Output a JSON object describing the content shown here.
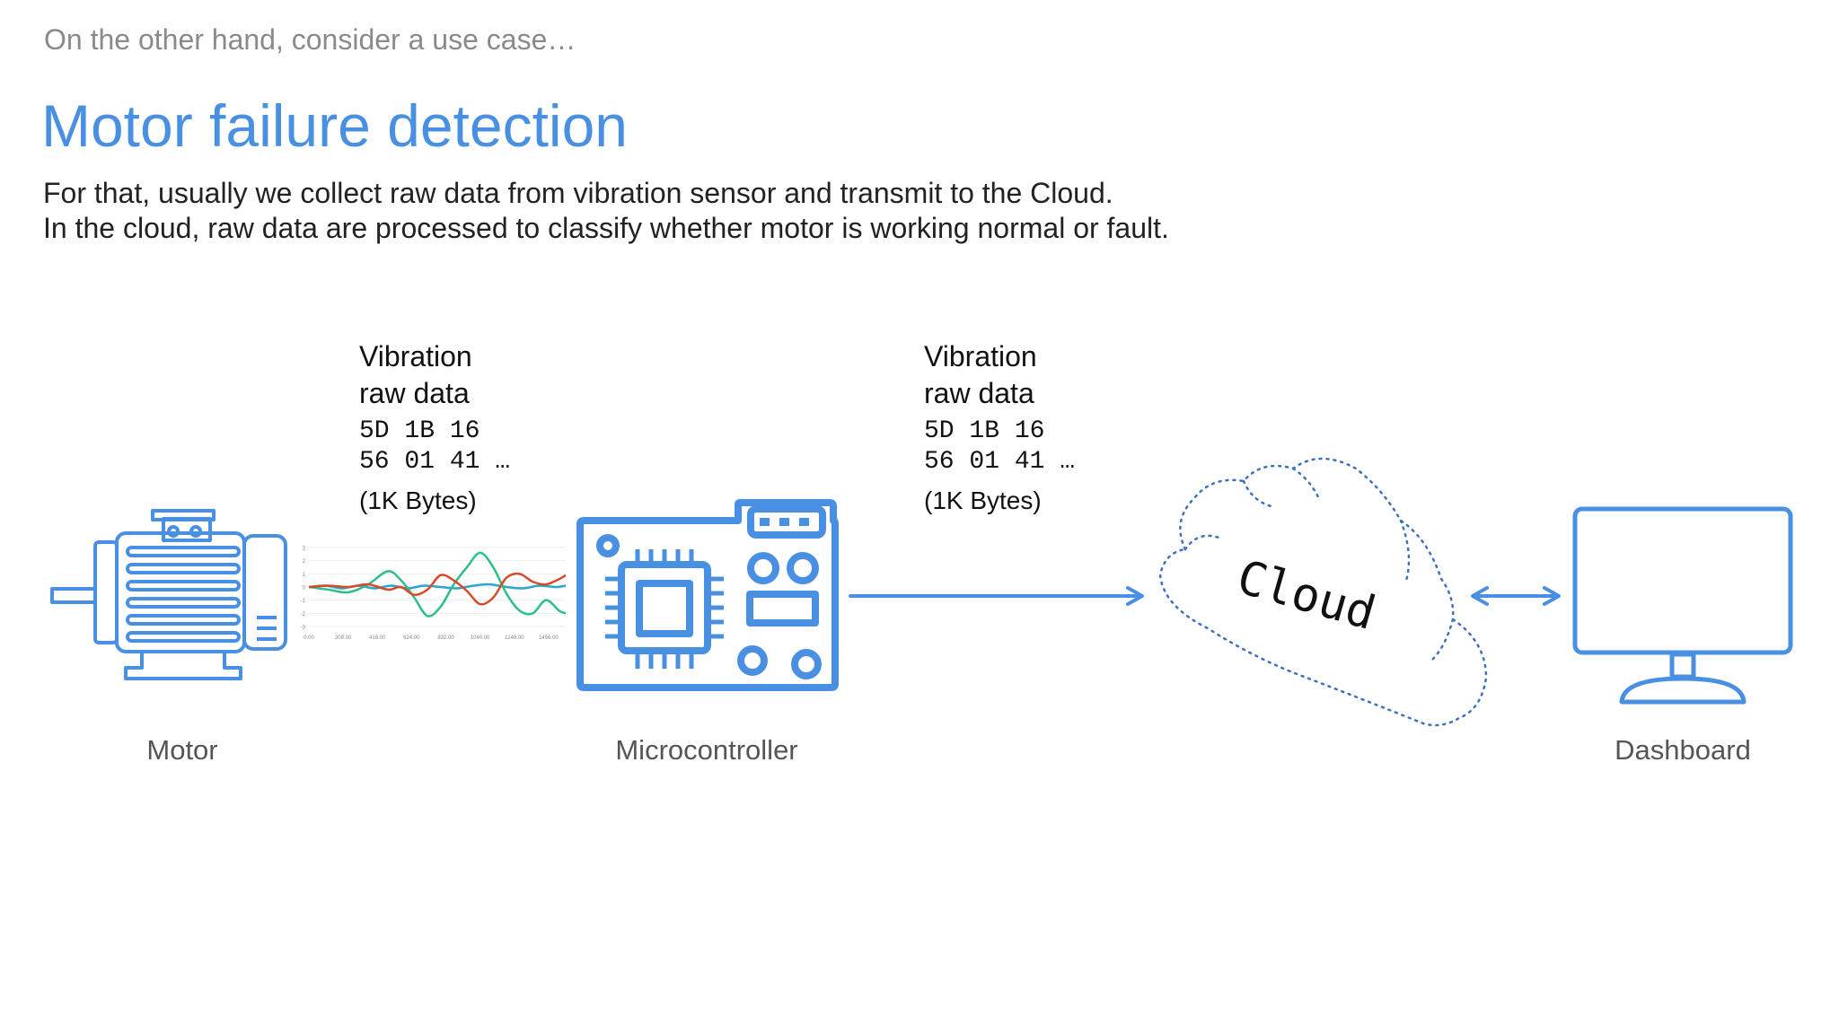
{
  "slide": {
    "kicker": "On the other hand, consider a use case…",
    "title": "Motor failure detection",
    "description": [
      "For that, usually we collect raw data from vibration sensor and transmit to the Cloud.",
      "In the cloud, raw data are processed to classify whether motor is working normal or fault."
    ]
  },
  "flow": {
    "packets": [
      {
        "title_line1": "Vibration",
        "title_line2": "raw data",
        "hex_line1": "5D 1B 16",
        "hex_line2": "56 01 41 …",
        "size": "(1K Bytes)"
      },
      {
        "title_line1": "Vibration",
        "title_line2": "raw data",
        "hex_line1": "5D 1B 16",
        "hex_line2": "56 01 41 …",
        "size": "(1K Bytes)"
      }
    ],
    "nodes": [
      {
        "label": "Motor",
        "icon": "motor-icon"
      },
      {
        "label": "Microcontroller",
        "icon": "microcontroller-icon"
      },
      {
        "label": "Cloud",
        "icon": "cloud-icon"
      },
      {
        "label": "Dashboard",
        "icon": "monitor-icon"
      }
    ],
    "accent_color": "#4a90e2"
  },
  "chart_data": {
    "type": "line",
    "y_ticks": [
      "3",
      "2",
      "1",
      "0",
      "-1",
      "-2",
      "-3"
    ],
    "x_ticks": [
      "0.00",
      "208.00",
      "416.00",
      "624.00",
      "832.00",
      "1040.00",
      "1248.00",
      "1456.00"
    ],
    "ylim": [
      -3,
      3
    ],
    "xlim": [
      0,
      1560
    ],
    "series": [
      {
        "color": "#2aa6c9",
        "x": [
          0,
          100,
          200,
          300,
          400,
          500,
          600,
          700,
          800,
          900,
          1000,
          1100,
          1200,
          1300,
          1400,
          1500,
          1560
        ],
        "y": [
          0,
          0.1,
          -0.1,
          0.1,
          -0.1,
          0.1,
          -0.1,
          0.1,
          0.0,
          -0.1,
          0.1,
          0.2,
          0.0,
          -0.1,
          0.1,
          0.0,
          0.1
        ]
      },
      {
        "color": "#2dbf8a",
        "x": [
          0,
          120,
          240,
          360,
          480,
          560,
          640,
          720,
          800,
          880,
          960,
          1040,
          1120,
          1200,
          1280,
          1360,
          1440,
          1520,
          1560
        ],
        "y": [
          0,
          -0.2,
          -0.4,
          0.2,
          1.2,
          0.5,
          -0.8,
          -2.2,
          -1.5,
          0.2,
          1.5,
          2.6,
          1.5,
          -0.5,
          -1.8,
          -2.0,
          -1.0,
          -1.8,
          -2.0
        ]
      },
      {
        "color": "#d94a2b",
        "x": [
          0,
          120,
          240,
          360,
          480,
          560,
          640,
          720,
          800,
          880,
          960,
          1040,
          1120,
          1200,
          1280,
          1360,
          1440,
          1520,
          1560
        ],
        "y": [
          0,
          0.1,
          0,
          0.2,
          -0.2,
          0,
          -0.6,
          -0.2,
          0.9,
          0.5,
          -0.3,
          -1.3,
          -0.8,
          0.7,
          1.0,
          0.4,
          0.2,
          0.6,
          0.9
        ]
      }
    ]
  }
}
